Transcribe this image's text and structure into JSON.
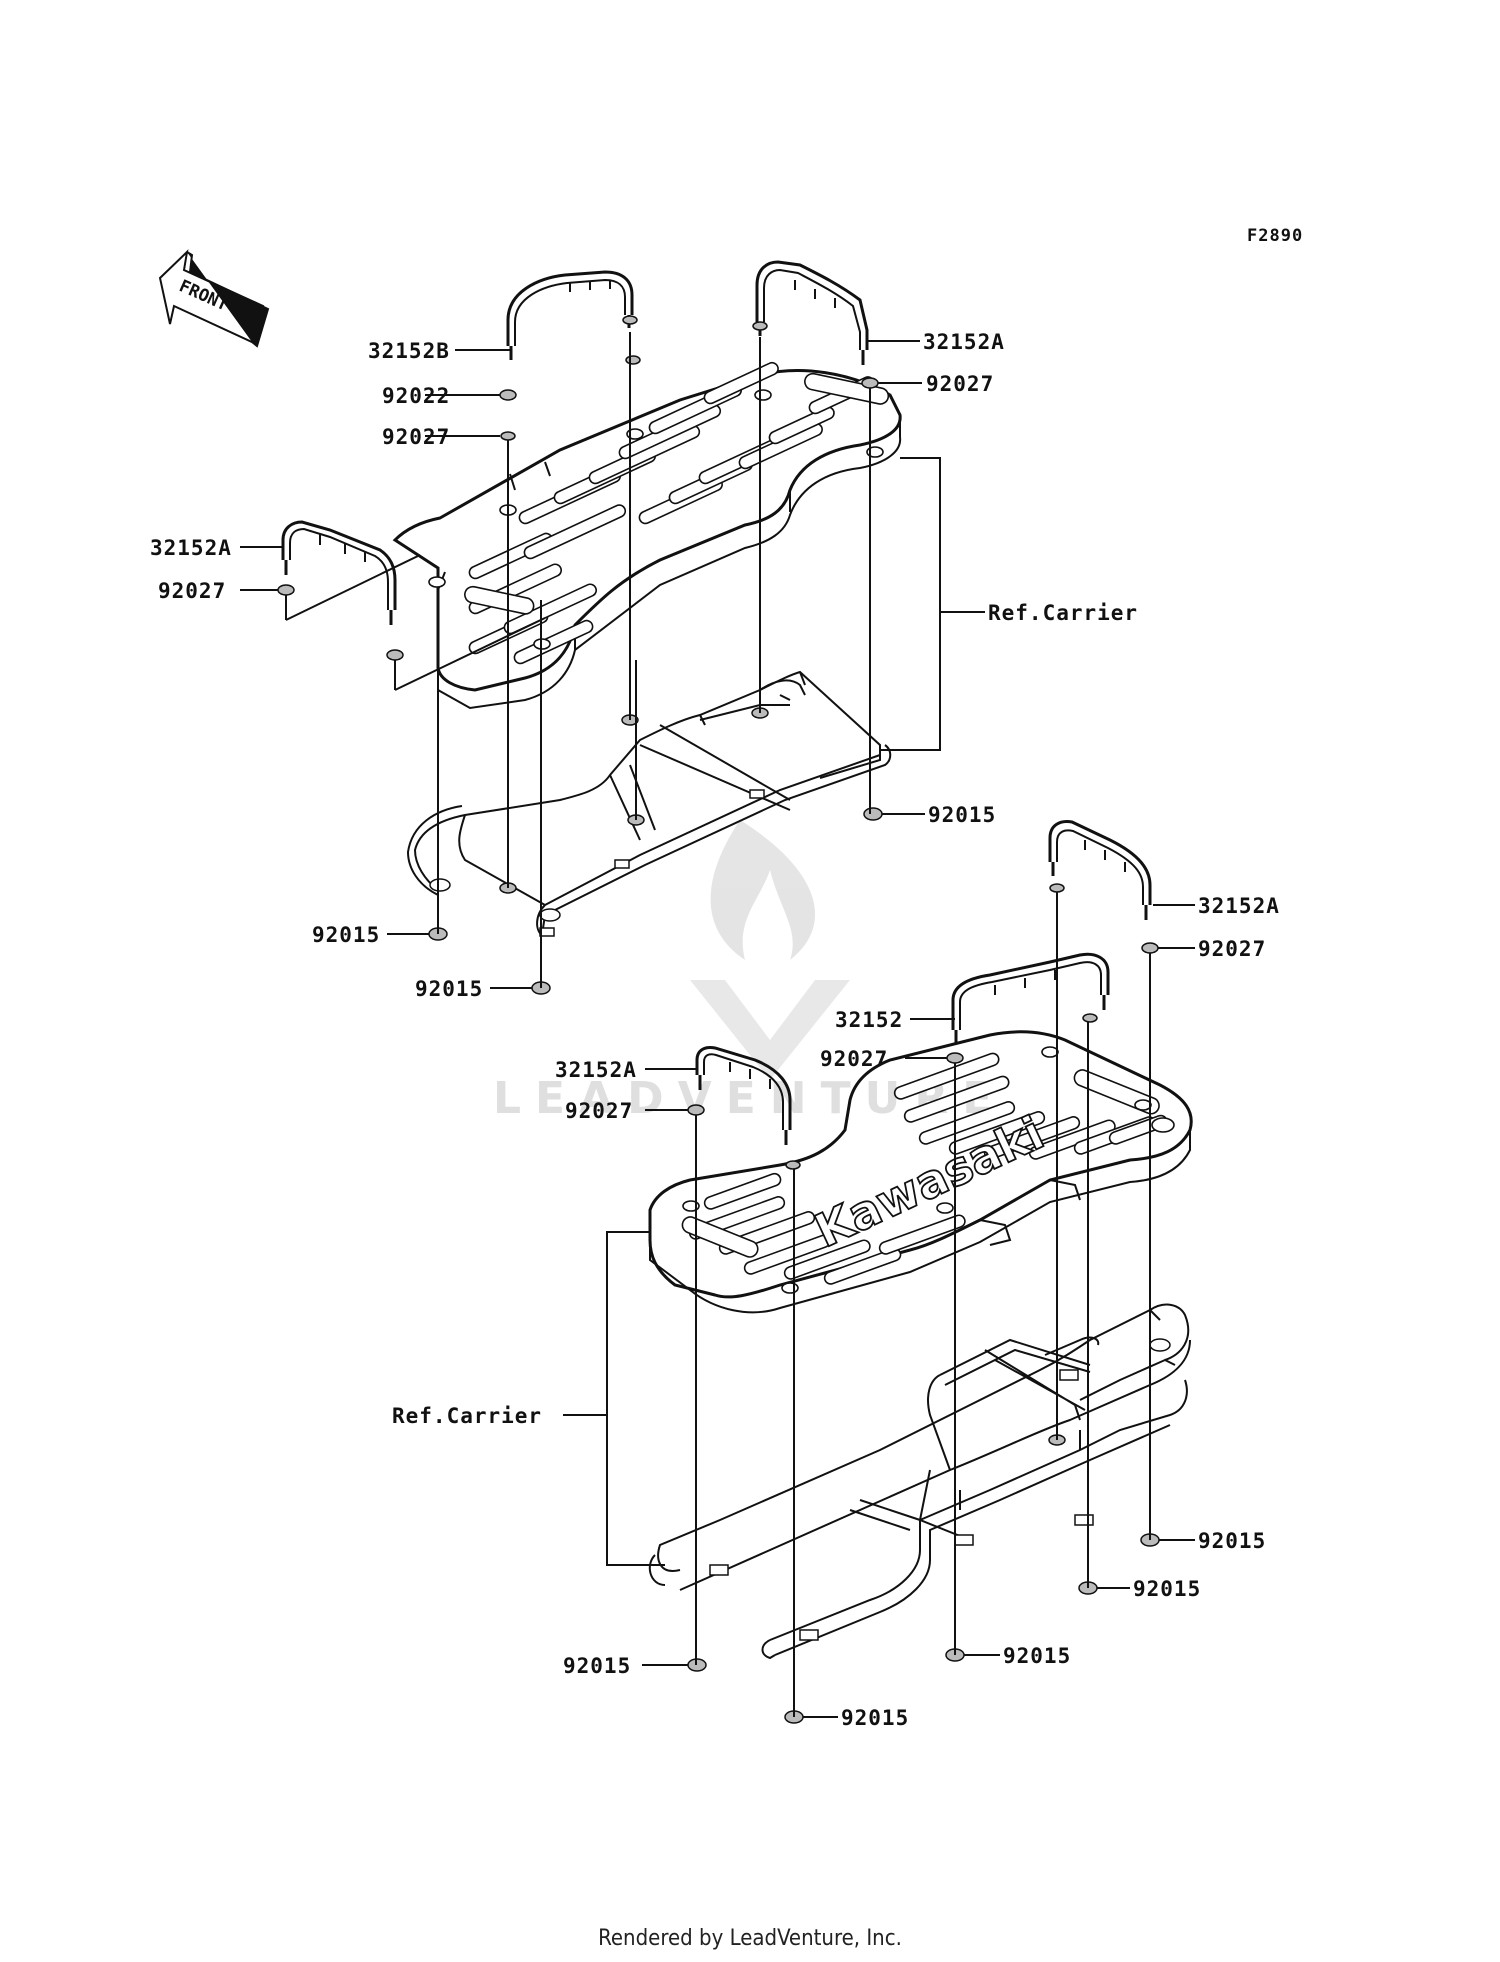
{
  "figure_code": "F2890",
  "front_indicator": "FRONT",
  "carrier_brand": "Kawasaki",
  "watermark": "LEADVENTURE",
  "footer": "Rendered by LeadVenture, Inc.",
  "callouts": {
    "p32152B": "32152B",
    "p92022": "92022",
    "p92027_top_left": "92027",
    "p32152A_left": "32152A",
    "p92027_left": "92027",
    "p32152A_top_right": "32152A",
    "p92027_top_right": "92027",
    "ref_carrier_top": "Ref.Carrier",
    "p92015_top_right": "92015",
    "p92015_left_a": "92015",
    "p92015_left_b": "92015",
    "p32152A_bottom_right": "32152A",
    "p92027_bottom_right": "92027",
    "p32152_bottom": "32152",
    "p92027_bottom_mid": "92027",
    "p32152A_bottom_left": "32152A",
    "p92027_bottom_left": "92027",
    "ref_carrier_bottom": "Ref.Carrier",
    "p92015_bottom_a": "92015",
    "p92015_bottom_b": "92015",
    "p92015_bottom_c": "92015",
    "p92015_bottom_d": "92015",
    "p92015_bottom_e": "92015"
  }
}
